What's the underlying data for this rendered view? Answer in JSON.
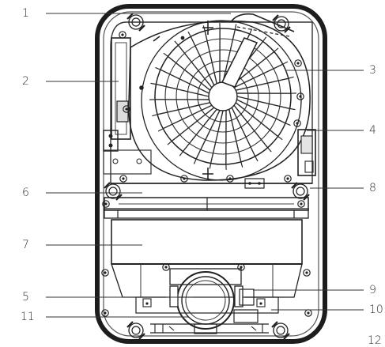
{
  "diagram": {
    "callouts": [
      {
        "number": "1"
      },
      {
        "number": "2"
      },
      {
        "number": "3"
      },
      {
        "number": "4"
      },
      {
        "number": "6"
      },
      {
        "number": "8"
      },
      {
        "number": "7"
      },
      {
        "number": "5"
      },
      {
        "number": "9"
      },
      {
        "number": "10"
      },
      {
        "number": "11"
      },
      {
        "number": "12"
      }
    ]
  }
}
